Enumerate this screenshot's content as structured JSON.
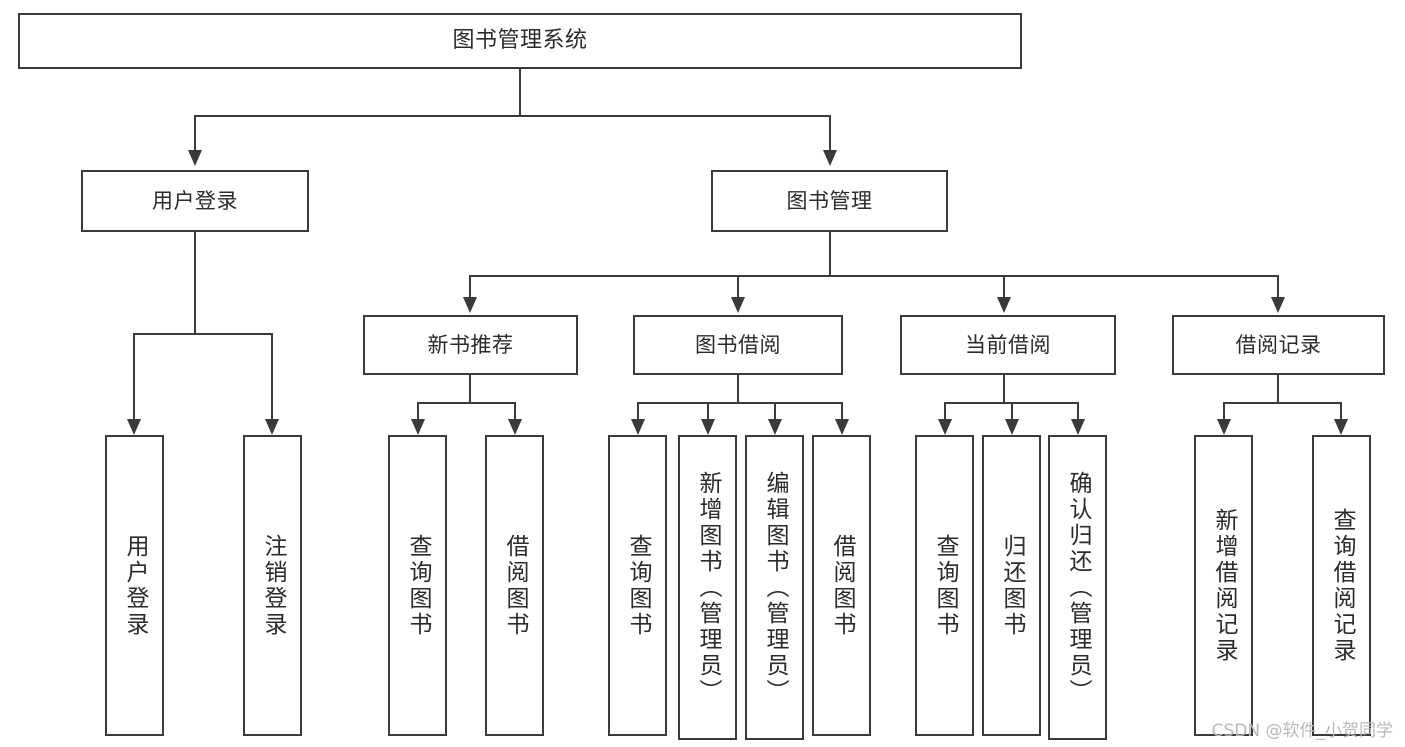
{
  "diagram": {
    "title": "图书管理系统",
    "type": "tree-hierarchy",
    "watermark": "CSDN @软件_小贺同学",
    "colors": {
      "stroke": "#3a3a3a",
      "fill": "#ffffff",
      "text": "#2b2b2b",
      "watermark": "#b9b9b9"
    },
    "nodes": {
      "root": {
        "label": "图书管理系统"
      },
      "level1": [
        {
          "id": "user-login",
          "label": "用户登录"
        },
        {
          "id": "book-manage",
          "label": "图书管理"
        }
      ],
      "level2": [
        {
          "id": "new-book-rec",
          "label": "新书推荐"
        },
        {
          "id": "book-borrow",
          "label": "图书借阅"
        },
        {
          "id": "current-borrow",
          "label": "当前借阅"
        },
        {
          "id": "borrow-record",
          "label": "借阅记录"
        }
      ],
      "leaves": {
        "user-login": [
          {
            "id": "leaf-user-login",
            "label": "用户登录"
          },
          {
            "id": "leaf-logout",
            "label": "注销登录"
          }
        ],
        "new-book-rec": [
          {
            "id": "leaf-query-book-1",
            "label": "查询图书"
          },
          {
            "id": "leaf-borrow-book-1",
            "label": "借阅图书"
          }
        ],
        "book-borrow": [
          {
            "id": "leaf-query-book-2",
            "label": "查询图书"
          },
          {
            "id": "leaf-add-book",
            "label": "新增图书（管理员）"
          },
          {
            "id": "leaf-edit-book",
            "label": "编辑图书（管理员）"
          },
          {
            "id": "leaf-borrow-book-2",
            "label": "借阅图书"
          }
        ],
        "current-borrow": [
          {
            "id": "leaf-query-book-3",
            "label": "查询图书"
          },
          {
            "id": "leaf-return-book",
            "label": "归还图书"
          },
          {
            "id": "leaf-confirm-return",
            "label": "确认归还（管理员）"
          }
        ],
        "borrow-record": [
          {
            "id": "leaf-add-record",
            "label": "新增借阅记录"
          },
          {
            "id": "leaf-query-record",
            "label": "查询借阅记录"
          }
        ]
      }
    }
  }
}
